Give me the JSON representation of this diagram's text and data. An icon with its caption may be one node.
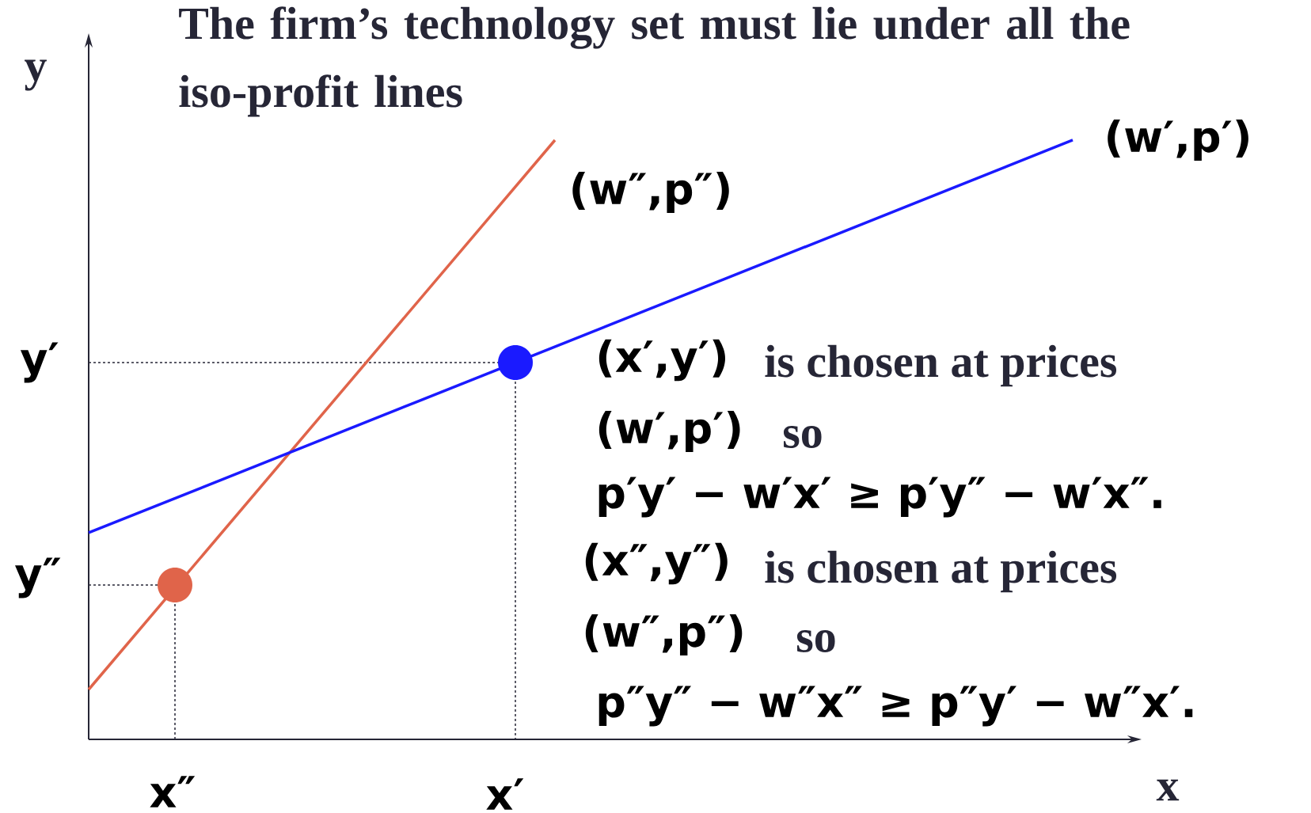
{
  "diagram": {
    "title": "The firm’s technology set must lie under all the iso-profit lines",
    "labels": [
      "y",
      "(w″,p″)",
      "(w′,p′)",
      "y′",
      "(x′,y′)",
      "is chosen at prices",
      "(w′,p′)",
      "so",
      "p′y′ − w′x′ ≥ p′y″ − w′x″.",
      "y″",
      "(x″,y″)",
      "is chosen at prices",
      "(w″,p″)",
      "so",
      "p″y″ − w″x″ ≥ p″y′ − w″x′.",
      "x″",
      "x′",
      "x"
    ]
  }
}
